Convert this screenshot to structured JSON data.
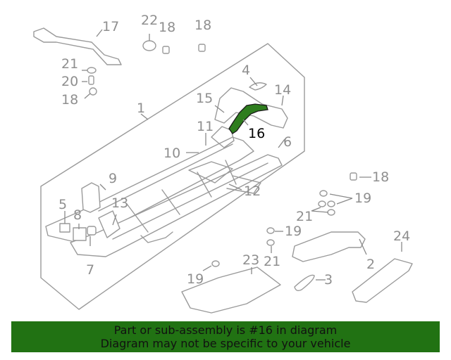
{
  "callouts": {
    "c1": "1",
    "c2": "2",
    "c3": "3",
    "c4": "4",
    "c5": "5",
    "c6": "6",
    "c7": "7",
    "c8": "8",
    "c9": "9",
    "c10": "10",
    "c11": "11",
    "c12": "12",
    "c13": "13",
    "c14": "14",
    "c15": "15",
    "c16": "16",
    "c17": "17",
    "c18a": "18",
    "c18b": "18",
    "c18c": "18",
    "c18d": "18",
    "c19a": "19",
    "c19b": "19",
    "c19c": "19",
    "c20": "20",
    "c21a": "21",
    "c21b": "21",
    "c21c": "21",
    "c22": "22",
    "c23": "23",
    "c24": "24"
  },
  "highlight": {
    "part": "16",
    "color": "#2e7d1e"
  },
  "banner": {
    "line1": "Part or sub-assembly is #16 in diagram",
    "line2": "Diagram may not be specific to your vehicle",
    "background": "#217213"
  }
}
